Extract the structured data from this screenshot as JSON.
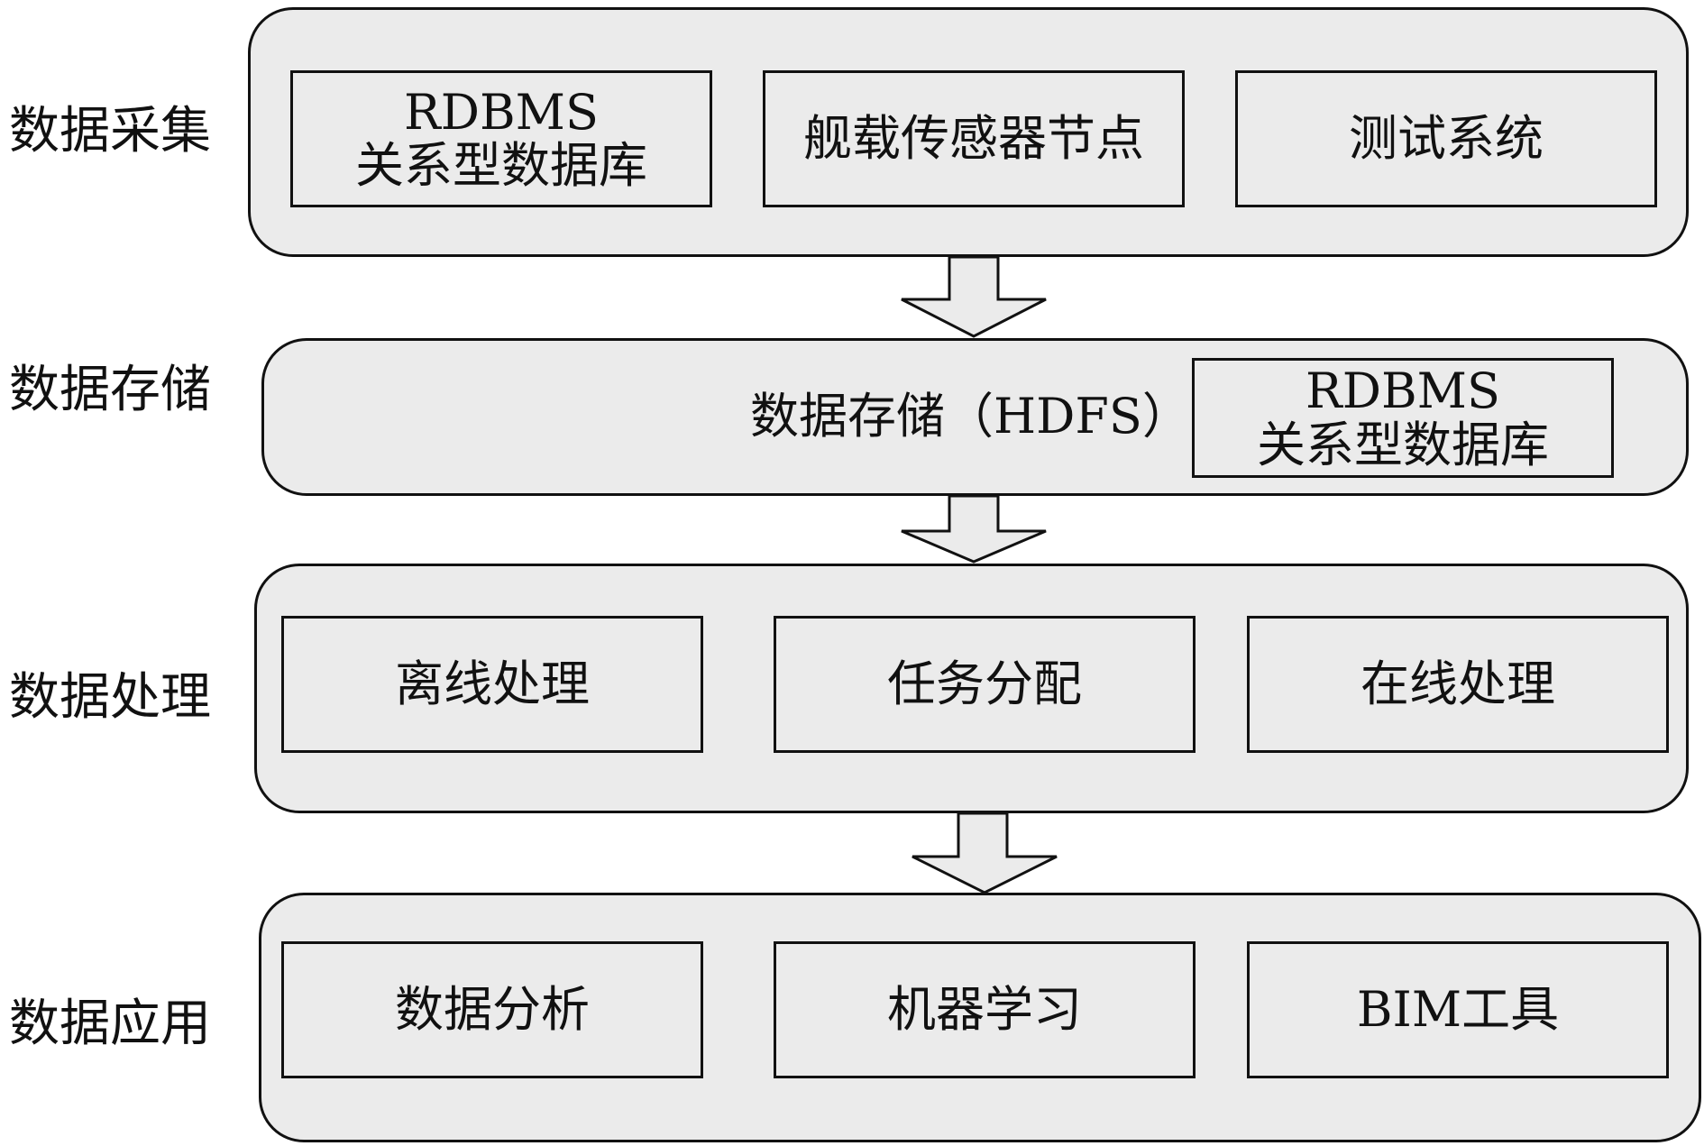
{
  "layers": [
    {
      "label": "数据采集",
      "boxes": [
        {
          "line1": "RDBMS",
          "line2": "关系型数据库"
        },
        {
          "line1": "舰载传感器节点"
        },
        {
          "line1": "测试系统"
        }
      ]
    },
    {
      "label": "数据存储",
      "center_text": "数据存储（HDFS）",
      "boxes": [
        {
          "line1": "RDBMS",
          "line2": "关系型数据库"
        }
      ]
    },
    {
      "label": "数据处理",
      "boxes": [
        {
          "line1": "离线处理"
        },
        {
          "line1": "任务分配"
        },
        {
          "line1": "在线处理"
        }
      ]
    },
    {
      "label": "数据应用",
      "boxes": [
        {
          "line1": "数据分析"
        },
        {
          "line1": "机器学习"
        },
        {
          "line1": "BIM工具"
        }
      ]
    }
  ],
  "colors": {
    "panel_fill": "#ebebeb",
    "stroke": "#111111",
    "text": "#111111"
  }
}
